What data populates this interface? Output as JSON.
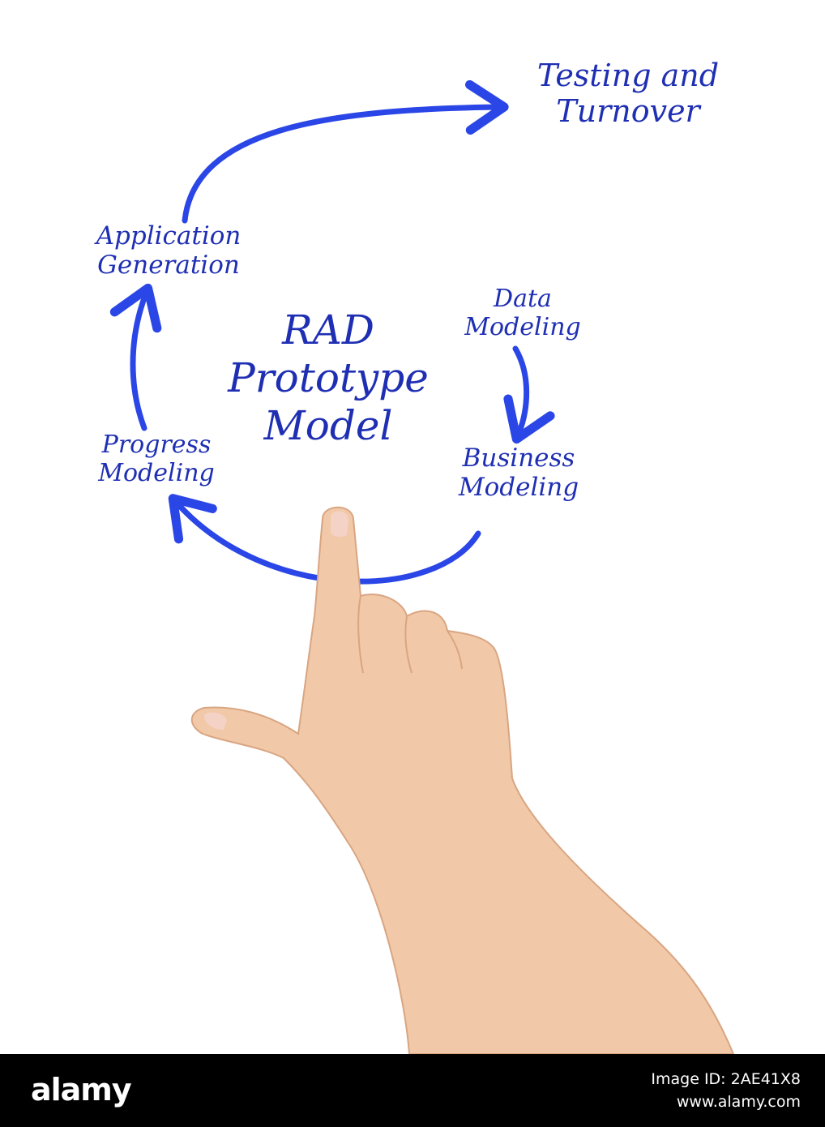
{
  "diagram": {
    "title_lines": [
      "RAD",
      "Prototype",
      "Model"
    ],
    "nodes": {
      "testing": [
        "Testing and",
        "Turnover"
      ],
      "application": [
        "Application",
        "Generation"
      ],
      "data": [
        "Data",
        "Modeling"
      ],
      "business": [
        "Business",
        "Modeling"
      ],
      "progress": [
        "Progress",
        "Modeling"
      ]
    },
    "colors": {
      "ink": "#1f2fb3",
      "arrow": "#2b46e6",
      "skin": "#f1c9a8",
      "skin_shadow": "#d9a582",
      "nail": "#f4d2c6"
    }
  },
  "footer": {
    "logo": "alamy",
    "image_id_label": "Image ID: 2AE41X8",
    "site": "www.alamy.com"
  }
}
